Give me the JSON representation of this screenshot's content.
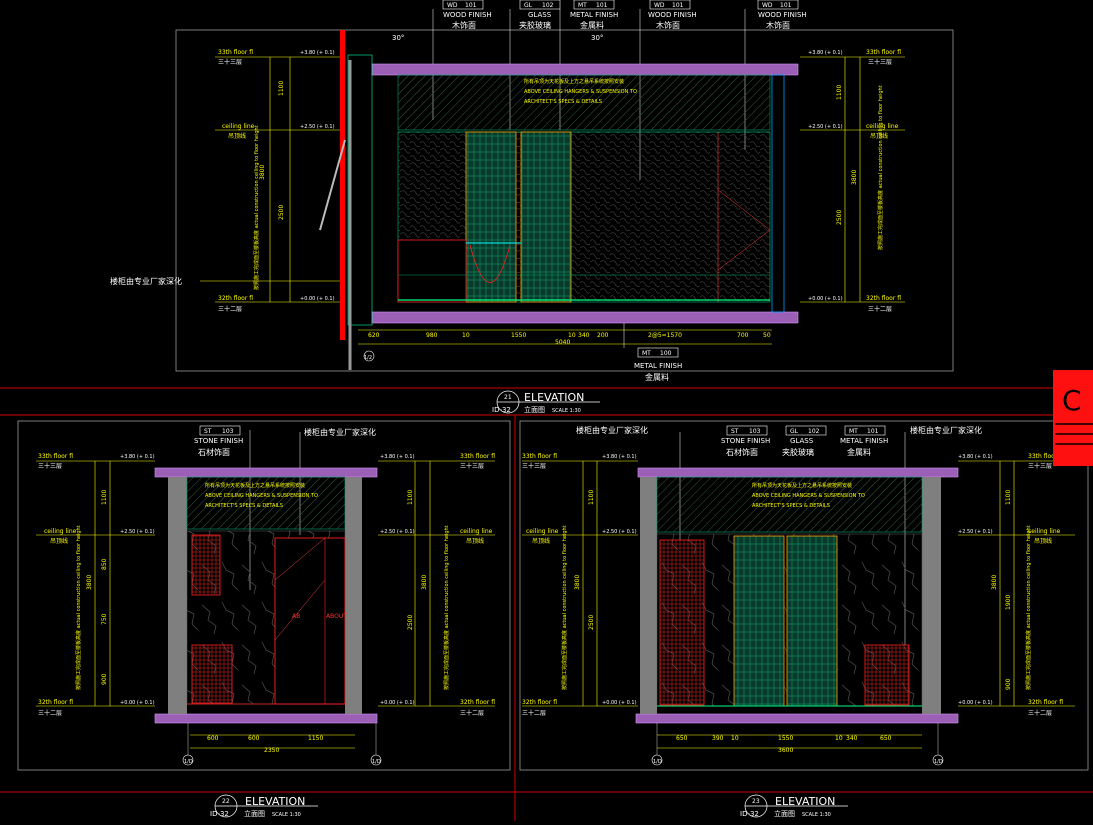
{
  "colors": {
    "background": "#000000",
    "dimension": "#ffff00",
    "frame": "#ff0000",
    "glass": "#00ffff",
    "slab": "#9b5fb5",
    "wall": "#7f7f7f",
    "cabinet": "#ff2020",
    "panel_green": "#00a060"
  },
  "top_elevation": {
    "tags": [
      {
        "code": "WD",
        "num": "101",
        "en": "WOOD FINISH",
        "cn": "木饰面"
      },
      {
        "code": "GL",
        "num": "102",
        "en": "GLASS",
        "cn": "夹胶玻璃"
      },
      {
        "code": "MT",
        "num": "101",
        "en": "METAL FINISH",
        "cn": "金属料"
      },
      {
        "code": "WD",
        "num": "101",
        "en": "WOOD FINISH",
        "cn": "木饰面"
      },
      {
        "code": "WD",
        "num": "101",
        "en": "WOOD FINISH",
        "cn": "木饰面"
      }
    ],
    "angle_1": "30°",
    "angle_2": "30°",
    "level_top_en": "33th floor fl",
    "level_top_cn": "三十三层",
    "level_top_val": "+3.80 (+ 0.1)",
    "ceiling_en": "ceiling line",
    "ceiling_cn": "吊顶线",
    "ceiling_val": "+2.50 (+ 0.1)",
    "level_bot_en": "32th floor fl",
    "level_bot_cn": "三十二层",
    "level_bot_val": "+0.00 (+ 0.1)",
    "dim_1100": "1100",
    "dim_3800": "3800",
    "dim_2500": "2500",
    "note_cn": "楼柜由专业厂家深化",
    "ceiling_note_1": "所有吊顶为天花板及上方之悬吊系统按照安装",
    "ceiling_note_2": "ABOVE CEILING HANGERS & SUSPENSION TO",
    "ceiling_note_3": "ARCHITECT'S SPECS & DETAILS",
    "vertical_note": "按照施工完成面至楼板高度 actual construction ceiling to floor height",
    "bottom_dims": [
      "620",
      "980",
      "10",
      "1550",
      "10",
      "340",
      "200",
      "2@5=1570",
      "700",
      "50"
    ],
    "total": "5040",
    "axis": "1/2",
    "mt_tag": {
      "code": "MT",
      "num": "100",
      "en": "METAL FINISH",
      "cn": "金属料"
    }
  },
  "title_21": {
    "num": "21",
    "sheet": "ID-32",
    "label": "ELEVATION",
    "cn": "立面图",
    "scale": "SCALE  1:30"
  },
  "left_elevation": {
    "tag": {
      "code": "ST",
      "num": "103",
      "en": "STONE FINISH",
      "cn": "石材饰面"
    },
    "note_cn": "楼柜由专业厂家深化",
    "level_top_en": "33th floor fl",
    "level_top_cn": "三十三层",
    "ceiling_en": "ceiling line",
    "ceiling_cn": "吊顶线",
    "level_bot_en": "32th floor fl",
    "level_bot_cn": "三十二层",
    "val_top": "+3.80 (+ 0.1)",
    "val_ceil": "+2.50 (+ 0.1)",
    "val_bot": "+0.00 (+ 0.1)",
    "dims_left": [
      "1100",
      "850",
      "750",
      "900"
    ],
    "dim_total": "3800",
    "dim_right_top": "1100",
    "dim_right_mid": "2500",
    "ceiling_note_1": "所有吊顶为天花板及上方之悬吊系统按照安装",
    "ceiling_note_2": "ABOVE CEILING HANGERS & SUSPENSION TO",
    "ceiling_note_3": "ARCHITECT'S SPECS & DETAILS",
    "vertical_note": "按照施工完成面至楼板高度 actual construction ceiling to floor height",
    "bottom_dims": [
      "600",
      "600",
      "1150"
    ],
    "total": "2350",
    "axis_1": "1/D",
    "axis_2": "1/D",
    "door_mark": "AB",
    "red_label": "ABOUT"
  },
  "title_22": {
    "num": "22",
    "sheet": "ID-32",
    "label": "ELEVATION",
    "cn": "立面图",
    "scale": "SCALE  1:30"
  },
  "right_elevation": {
    "note_cn_left": "楼柜由专业厂家深化",
    "note_cn_right": "楼柜由专业厂家深化",
    "tags": [
      {
        "code": "ST",
        "num": "103",
        "en": "STONE FINISH",
        "cn": "石材饰面"
      },
      {
        "code": "GL",
        "num": "102",
        "en": "GLASS",
        "cn": "夹胶玻璃"
      },
      {
        "code": "MT",
        "num": "101",
        "en": "METAL FINISH",
        "cn": "金属料"
      }
    ],
    "level_top_en": "33th floor fl",
    "level_top_cn": "三十三层",
    "ceiling_en": "ceiling line",
    "ceiling_cn": "吊顶线",
    "level_bot_en": "32th floor fl",
    "level_bot_cn": "三十二层",
    "val_top": "+3.80 (+ 0.1)",
    "val_ceil": "+2.50 (+ 0.1)",
    "val_bot": "+0.00 (+ 0.1)",
    "dims_left": [
      "1100",
      "3800",
      "2500"
    ],
    "dims_right": [
      "1100",
      "1900",
      "3800",
      "900"
    ],
    "ceiling_note_1": "所有吊顶为天花板及上方之悬吊系统按照安装",
    "ceiling_note_2": "ABOVE CEILING HANGERS & SUSPENSION TO",
    "ceiling_note_3": "ARCHITECT'S SPECS & DETAILS",
    "vertical_note": "按照施工完成面至楼板高度 actual construction ceiling to floor height",
    "bottom_dims": [
      "650",
      "390",
      "10",
      "1550",
      "10",
      "340",
      "650"
    ],
    "total": "3600",
    "axis_1": "1/D",
    "axis_2": "1/D"
  },
  "title_23": {
    "num": "23",
    "sheet": "ID-32",
    "label": "ELEVATION",
    "cn": "立面图",
    "scale": "SCALE  1:30"
  },
  "logo_letter": "C"
}
